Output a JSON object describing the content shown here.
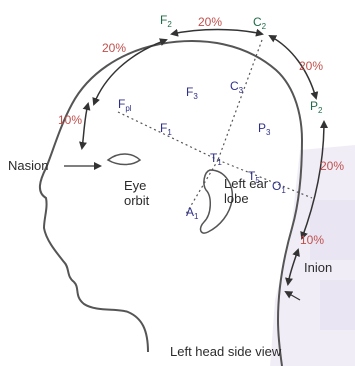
{
  "caption": "Left head side view",
  "labels": {
    "nasion": "Nasion",
    "eye_orbit_line1": "Eye",
    "eye_orbit_line2": "orbit",
    "left_ear_line1": "Left ear",
    "left_ear_line2": "lobe",
    "inion": "Inion"
  },
  "electrodes": {
    "f2": {
      "main": "F",
      "sub": "2"
    },
    "c2": {
      "main": "C",
      "sub": "2"
    },
    "c3": {
      "main": "C",
      "sub": "3"
    },
    "f3": {
      "main": "F",
      "sub": "3"
    },
    "p3": {
      "main": "P",
      "sub": "3"
    },
    "p2": {
      "main": "P",
      "sub": "2"
    },
    "fpl": {
      "main": "F",
      "sub": "pl"
    },
    "f1": {
      "main": "F",
      "sub": "1"
    },
    "t1": {
      "main": "T",
      "sub": "1"
    },
    "t5": {
      "main": "T",
      "sub": "5"
    },
    "o1": {
      "main": "O",
      "sub": "1"
    },
    "a1": {
      "main": "A",
      "sub": "1"
    }
  },
  "percentages": {
    "top_center": "20%",
    "top_left": "20%",
    "left": "10%",
    "top_right": "20%",
    "right_mid": "20%",
    "bottom_right": "10%"
  },
  "colors": {
    "outline": "#555555",
    "arrow": "#333333",
    "electrode_text": "#2e2f8a",
    "central_electrode": "#1f6b47",
    "percent_text": "#c0504d",
    "watermark": "#d9d2ea"
  }
}
